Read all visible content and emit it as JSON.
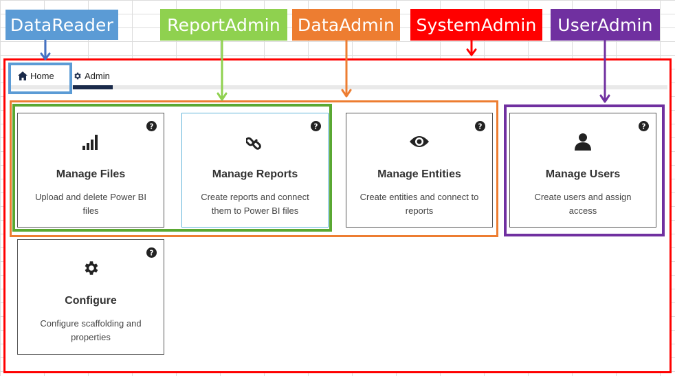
{
  "roles": [
    {
      "label": "DataReader",
      "color": "#5b9bd5"
    },
    {
      "label": "ReportAdmin",
      "color": "#8fd14f"
    },
    {
      "label": "DataAdmin",
      "color": "#ed7d31"
    },
    {
      "label": "SystemAdmin",
      "color": "#ff0000"
    },
    {
      "label": "UserAdmin",
      "color": "#7030a0"
    }
  ],
  "nav": {
    "home_label": "Home",
    "admin_label": "Admin"
  },
  "cards": [
    {
      "title": "Manage Files",
      "description": "Upload and delete Power BI files",
      "icon": "signal-bars-icon"
    },
    {
      "title": "Manage Reports",
      "description": "Create reports and connect them to Power BI files",
      "icon": "link-icon"
    },
    {
      "title": "Manage Entities",
      "description": "Create entities and connect to reports",
      "icon": "eye-icon"
    },
    {
      "title": "Manage Users",
      "description": "Create users and assign access",
      "icon": "user-icon"
    },
    {
      "title": "Configure",
      "description": "Configure scaffolding and properties",
      "icon": "gear-icon"
    }
  ]
}
